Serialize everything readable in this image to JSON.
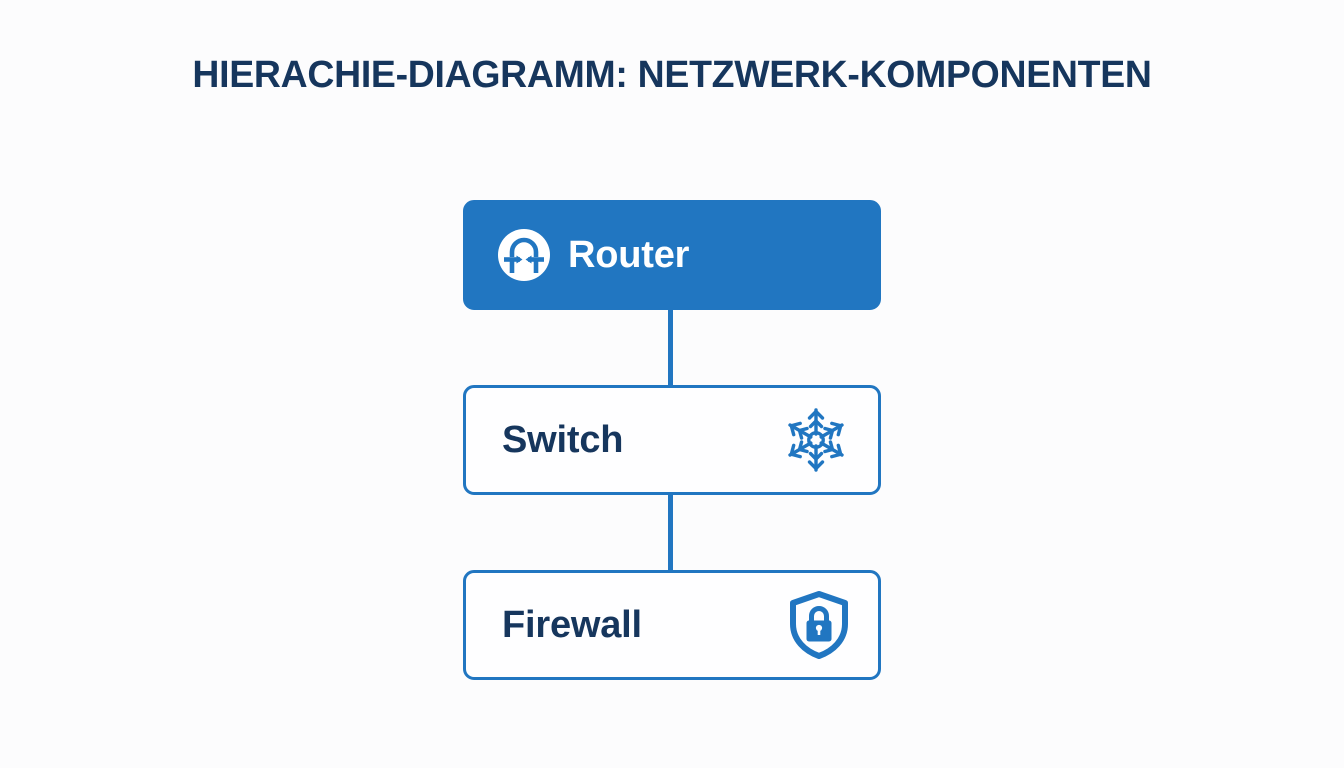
{
  "page": {
    "title": "HIERACHIE-DIAGRAMM: NETZWERK-KOMPONENTEN",
    "background_color": "#fcfcfd",
    "title_color": "#16365d"
  },
  "theme": {
    "accent_blue": "#2176c1",
    "node_fill_root": "#2176c1",
    "node_fill_child": "#fefeff",
    "node_border": "#2176c1",
    "text_dark": "#16365d",
    "text_light": "#ffffff",
    "connector_color": "#2176c1"
  },
  "diagram": {
    "type": "hierarchy",
    "orientation": "vertical",
    "nodes": [
      {
        "id": "router",
        "label": "Router",
        "level": 0,
        "style": "filled",
        "icon": "router-icon",
        "icon_position": "left",
        "icon_color": "#ffffff",
        "label_color": "#ffffff",
        "fill": "#2176c1"
      },
      {
        "id": "switch",
        "label": "Switch",
        "level": 1,
        "style": "outlined",
        "icon": "snowflake-hub-icon",
        "icon_position": "right",
        "icon_color": "#2176c1",
        "label_color": "#16365d",
        "fill": "#fefeff"
      },
      {
        "id": "firewall",
        "label": "Firewall",
        "level": 2,
        "style": "outlined",
        "icon": "shield-lock-icon",
        "icon_position": "right",
        "icon_color": "#2176c1",
        "label_color": "#16365d",
        "fill": "#fefeff"
      }
    ],
    "edges": [
      {
        "id": "router-switch",
        "from": "router",
        "to": "switch"
      },
      {
        "id": "switch-firewall",
        "from": "switch",
        "to": "firewall"
      }
    ]
  }
}
